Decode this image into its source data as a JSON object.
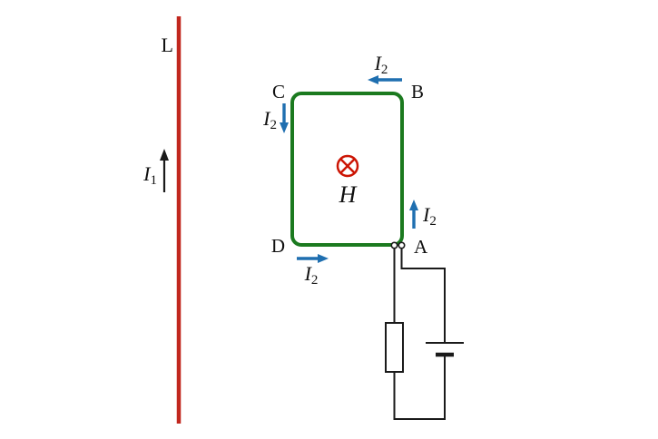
{
  "diagram": {
    "labels": {
      "wire": "L",
      "I1_base": "I",
      "I1_sub": "1",
      "I2_base": "I",
      "I2_sub": "2",
      "corner_c": "C",
      "corner_b": "B",
      "corner_d": "D",
      "corner_a": "A",
      "field": "H"
    },
    "colors": {
      "wire_red": "#c1271e",
      "loop_green": "#1b7a1f",
      "current_blue": "#1f6fb0",
      "field_red": "#cc1504",
      "circuit_black": "#1a1a1a"
    }
  }
}
